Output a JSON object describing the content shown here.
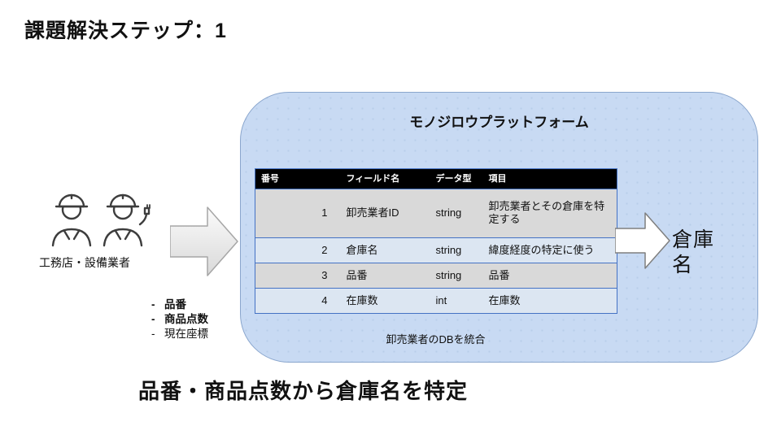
{
  "title": "課題解決ステップ：1",
  "platform": {
    "title": "モノジロウプラットフォーム",
    "footer": "卸売業者のDBを統合"
  },
  "table": {
    "headers": [
      "番号",
      "フィールド名",
      "データ型",
      "項目"
    ],
    "rows": [
      [
        "1",
        "卸売業者ID",
        "string",
        "卸売業者とその倉庫を特定する"
      ],
      [
        "2",
        "倉庫名",
        "string",
        "緯度経度の特定に使う"
      ],
      [
        "3",
        "品番",
        "string",
        "品番"
      ],
      [
        "4",
        "在庫数",
        "int",
        "在庫数"
      ]
    ]
  },
  "actors": {
    "label": "工務店・設備業者",
    "icon": "construction-workers-icon"
  },
  "inputs": {
    "items": [
      {
        "text": "品番",
        "bold": true
      },
      {
        "text": "商品点数",
        "bold": true
      },
      {
        "text": "現在座標",
        "bold": false
      }
    ]
  },
  "output": {
    "label": "倉庫名"
  },
  "caption": "品番・商品点数から倉庫名を特定",
  "colors": {
    "panel_fill": "#c8daf3",
    "panel_border": "#8aa6cd",
    "table_header_bg": "#000000",
    "table_row_gray": "#d9d9d9",
    "table_row_blue": "#dce6f2",
    "table_border": "#4472c4",
    "arrow_left_fill": "#e8e8e8",
    "arrow_right_fill": "#ffffff"
  }
}
